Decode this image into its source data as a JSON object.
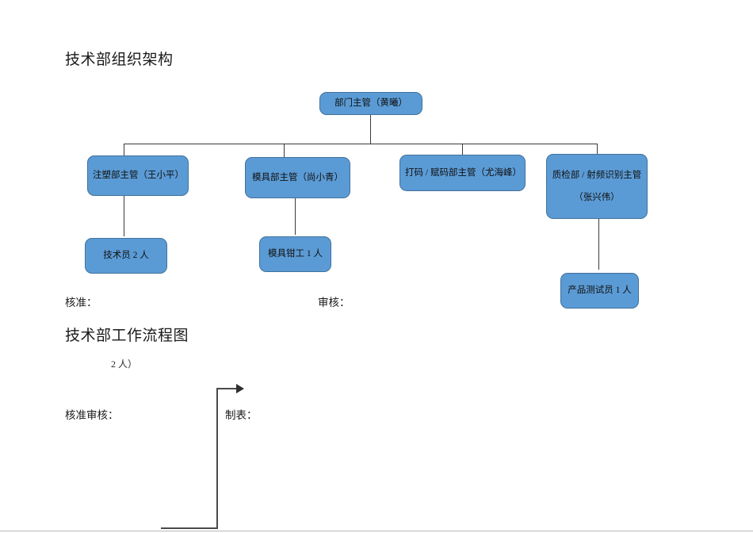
{
  "document": {
    "section1_title": "技术部组织架构",
    "section2_title": "技术部工作流程图",
    "orphan_fragment": "2 人）"
  },
  "org_chart": {
    "root": {
      "label": "部门主管（黄曦）"
    },
    "level2": [
      {
        "label": "注塑部主管（王小平）"
      },
      {
        "label": "模具部主管（尚小青）"
      },
      {
        "label": "打码 / 赋码部主管（尤海峰）"
      },
      {
        "label": "质检部 / 射频识别主管（张兴伟）"
      }
    ],
    "level3": [
      {
        "label": "技术员 2 人"
      },
      {
        "label": "模具钳工 1 人"
      },
      {
        "label": "产品测试员 1 人"
      }
    ],
    "colors": {
      "node_fill": "#5B9BD5",
      "node_border": "#41719C",
      "connector": "#3a3a3a",
      "text": "#111111"
    }
  },
  "signatures": {
    "approve_1": "核准：",
    "review_1": "审核：",
    "approve_review_2": "核准审核：",
    "prepared_by": "制表："
  }
}
